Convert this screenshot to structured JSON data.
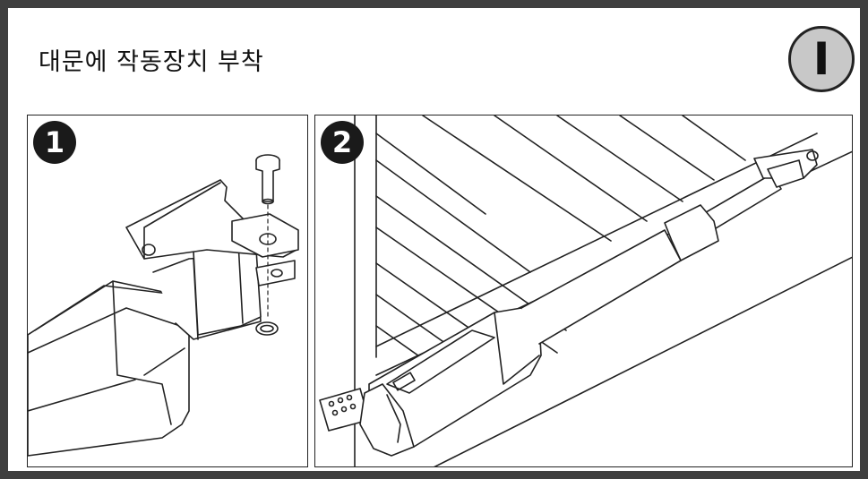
{
  "title": "대문에 작동장치 부착",
  "section_badge": "I",
  "steps": [
    {
      "number": "1"
    },
    {
      "number": "2"
    }
  ],
  "colors": {
    "outer_border": "#3f3f3f",
    "badge_fill": "#c8c8c8",
    "step_fill": "#1a1a1a",
    "line": "#222222"
  }
}
